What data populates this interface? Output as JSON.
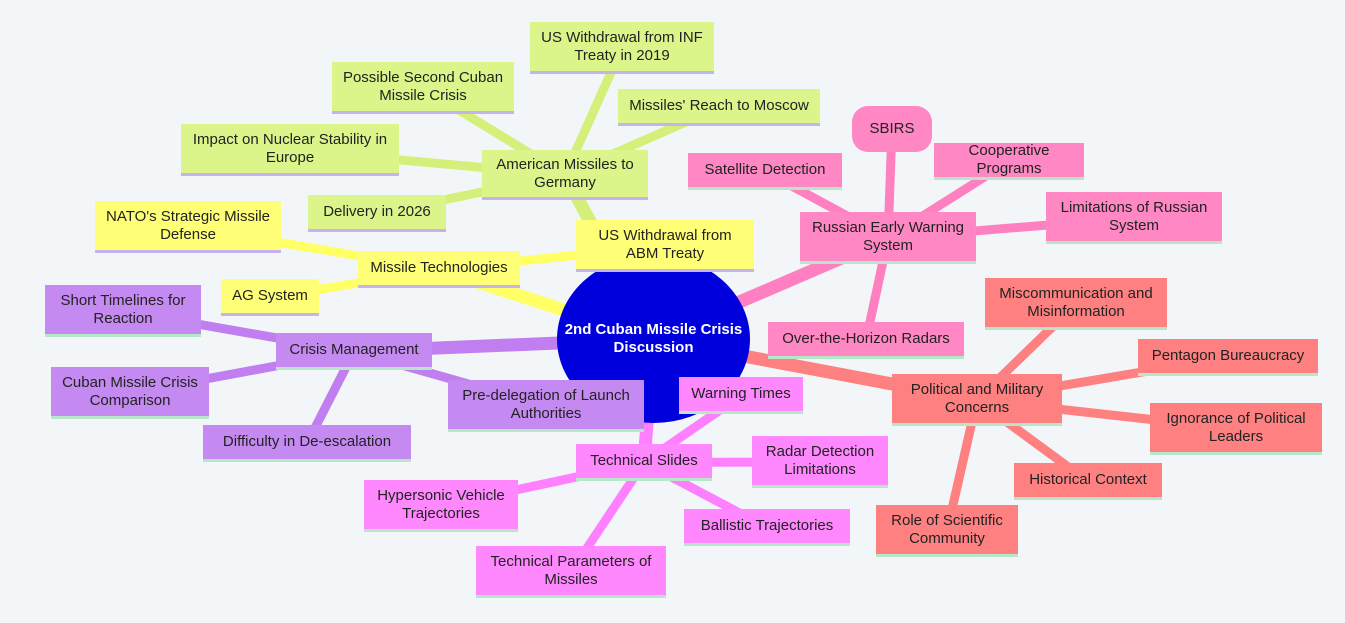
{
  "center": {
    "label": "2nd Cuban Missile Crisis Discussion",
    "color": "#0000dd"
  },
  "branches": [
    {
      "id": "american-missiles",
      "label": "American Missiles to Germany",
      "color": "#dcf58a",
      "edge_color": "#d4f07a",
      "bottom_color": "#c5b3ef",
      "children": [
        "US Withdrawal from INF Treaty in 2019",
        "Possible Second Cuban Missile Crisis",
        "Missiles' Reach to Moscow",
        "Impact on Nuclear Stability in Europe",
        "Delivery in 2026"
      ]
    },
    {
      "id": "missile-technologies",
      "label": "Missile Technologies",
      "color": "#ffff77",
      "edge_color": "#ffff66",
      "bottom_color": "#c5b3ef",
      "children": [
        "NATO's Strategic Missile Defense",
        "AG System",
        "US Withdrawal from ABM Treaty"
      ]
    },
    {
      "id": "crisis-management",
      "label": "Crisis Management",
      "color": "#c58af2",
      "edge_color": "#c07ef0",
      "bottom_color": "#b8e6c8",
      "children": [
        "Short Timelines for Reaction",
        "Cuban Missile Crisis Comparison",
        "Difficulty in De-escalation",
        "Pre-delegation of Launch Authorities"
      ]
    },
    {
      "id": "technical-slides",
      "label": "Technical Slides",
      "color": "#ff88ff",
      "edge_color": "#ff80ff",
      "bottom_color": "#b8e6c8",
      "children": [
        "Warning Times",
        "Radar Detection Limitations",
        "Hypersonic Vehicle Trajectories",
        "Ballistic Trajectories",
        "Technical Parameters of Missiles"
      ]
    },
    {
      "id": "russian-early-warning",
      "label": "Russian Early Warning System",
      "color": "#ff88c4",
      "edge_color": "#ff80c0",
      "bottom_color": "#b8e6c8",
      "children": [
        "SBIRS",
        "Satellite Detection",
        "Cooperative Programs",
        "Limitations of Russian System",
        "Over-the-Horizon Radars"
      ]
    },
    {
      "id": "political-military",
      "label": "Political and Military Concerns",
      "color": "#ff8080",
      "edge_color": "#ff8080",
      "bottom_color": "#b8e6c8",
      "children": [
        "Miscommunication and Misinformation",
        "Pentagon Bureaucracy",
        "Ignorance of Political Leaders",
        "Historical Context",
        "Role of Scientific Community"
      ]
    }
  ]
}
